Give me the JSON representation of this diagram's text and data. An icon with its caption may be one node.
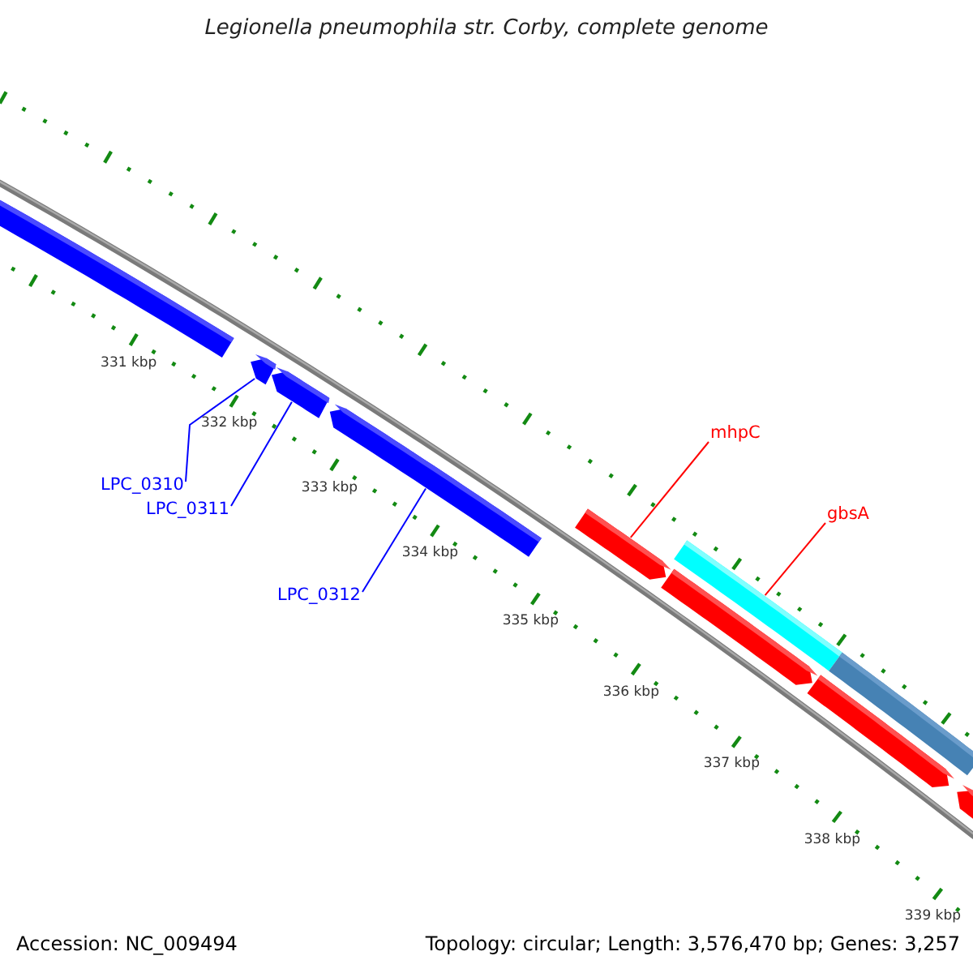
{
  "diagram": {
    "title": "Legionella pneumophila str. Corby, complete genome",
    "nodes": [
      {
        "text": [],
        "shape": "bar"
      },
      {
        "text": [],
        "shape": "bar"
      },
      {
        "text": [],
        "shape": "bar"
      },
      {
        "text": [],
        "shape": "bar"
      },
      {
        "text": [],
        "shape": "bar"
      },
      {
        "text": [],
        "shape": "bar"
      },
      {
        "text": [],
        "shape": "bar"
      },
      {
        "text": [],
        "shape": "bar"
      },
      {
        "text": [],
        "shape": "bar"
      },
      {
        "text": [],
        "shape": "bar"
      },
      {
        "text": [
          "LPC_0310"
        ]
      },
      {
        "text": [
          "LPC_0311"
        ]
      },
      {
        "text": [
          "LPC_0312"
        ]
      },
      {
        "text": [
          "mhpC"
        ]
      },
      {
        "text": [
          "gbsA"
        ]
      }
    ],
    "edges": [
      {
        "from": 10,
        "to": 1,
        "arrow": "none"
      },
      {
        "from": 11,
        "to": 2,
        "arrow": "none"
      },
      {
        "from": 12,
        "to": 3,
        "arrow": "none"
      },
      {
        "from": 13,
        "to": 4,
        "arrow": "none",
        "color": "#ff0000"
      },
      {
        "from": 14,
        "to": 6,
        "arrow": "none",
        "color": "#ff0000"
      }
    ],
    "labels": [
      "331 kbp",
      "332 kbp",
      "333 kbp",
      "334 kbp",
      "335 kbp",
      "336 kbp",
      "337 kbp",
      "338 kbp",
      "339 kbp",
      "Accession: NC_009494",
      "Topology: circular; Length: 3,576,470 bp; Genes: 3,257"
    ]
  }
}
